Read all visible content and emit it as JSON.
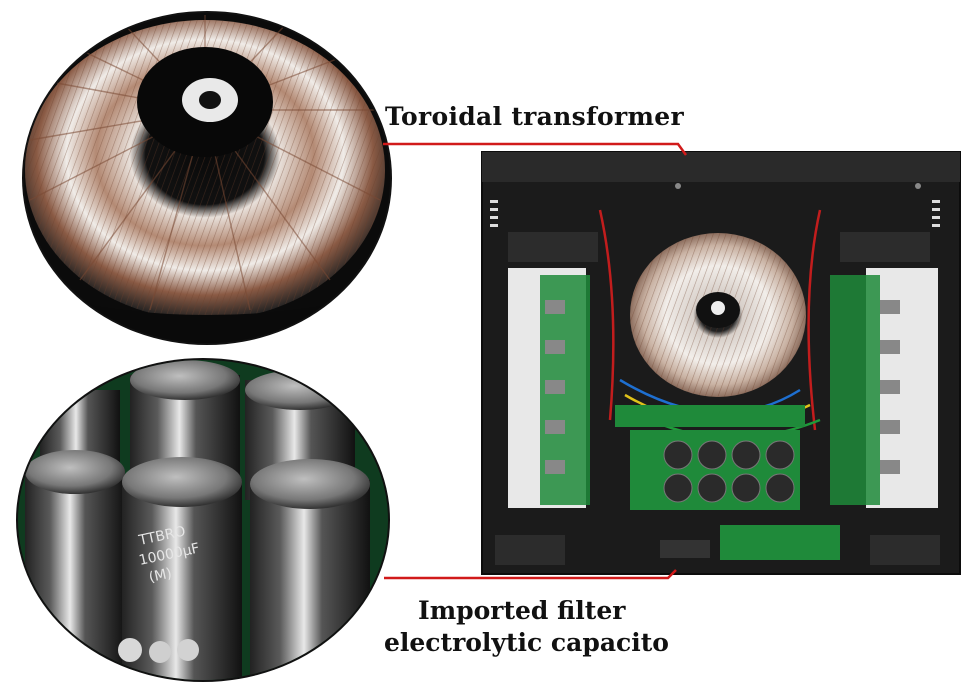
{
  "labels": {
    "toroid": "Toroidal transformer",
    "capacitor_line1": "Imported filter",
    "capacitor_line2": "electrolytic capacito"
  },
  "capacitor_markings": {
    "brand": "TTBRO",
    "value": "10000µF",
    "code": "(M)"
  },
  "colors": {
    "callout_line": "#d11a1a",
    "chassis": "#1a1a1a",
    "pcb": "#1f8a3a",
    "copper": "#a0684a"
  }
}
